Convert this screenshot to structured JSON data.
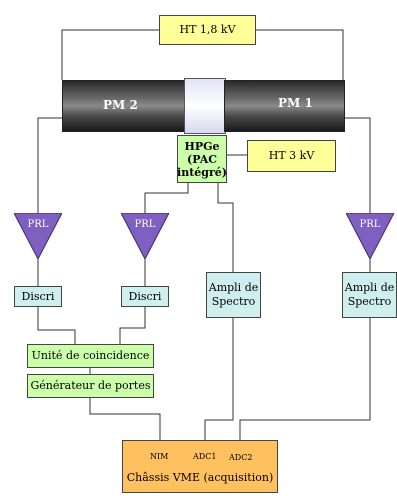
{
  "ht_top": "HT 1,8 kV",
  "pm2": "PM 2",
  "pm1": "PM 1",
  "hpge": [
    "HPGe",
    "(PAC",
    "intégré)"
  ],
  "ht_hpge": "HT 3 kV",
  "prl": "PRL",
  "discri": "Discri",
  "ampli": [
    "Ampli de",
    "Spectro"
  ],
  "coincidence": "Unité de coincidence",
  "generateur": "Générateur de portes",
  "chassis": {
    "inputs": [
      "NIM",
      "ADC1",
      "ADC2"
    ],
    "label": "Châssis VME (acquisition)"
  },
  "colors": {
    "yellow": "#ffff99",
    "teal": "#cfeeee",
    "green": "#ccffaa",
    "orange": "#ffc060",
    "prl_purple": "#7f5fc0"
  }
}
